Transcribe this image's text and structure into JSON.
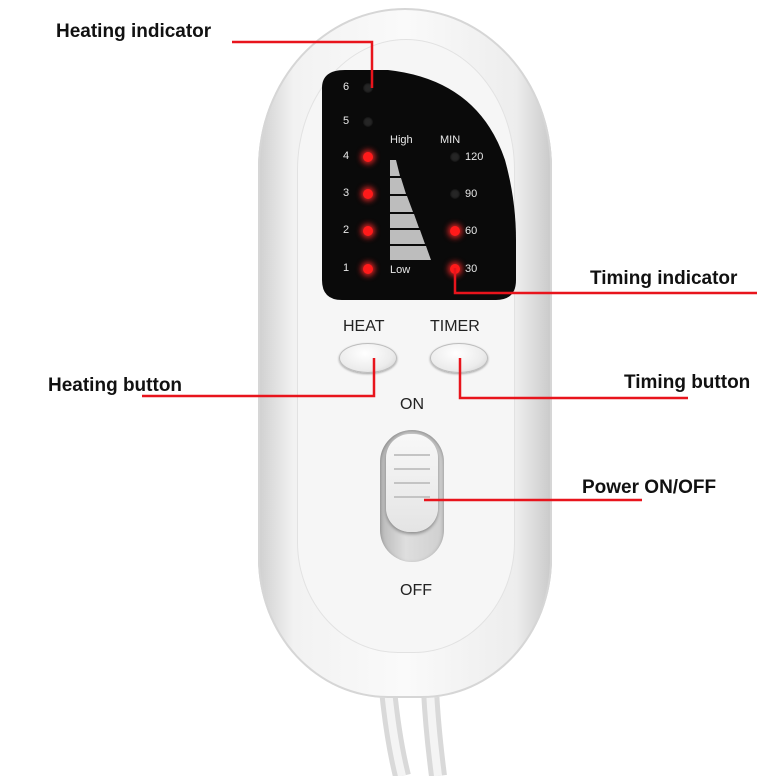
{
  "callouts": {
    "heating_indicator": "Heating indicator",
    "timing_indicator": "Timing indicator",
    "heating_button": "Heating button",
    "timing_button": "Timing button",
    "power": "Power ON/OFF"
  },
  "panel": {
    "heat_levels": [
      {
        "label": "6",
        "lit": false
      },
      {
        "label": "5",
        "lit": false
      },
      {
        "label": "4",
        "lit": true
      },
      {
        "label": "3",
        "lit": true
      },
      {
        "label": "2",
        "lit": true
      },
      {
        "label": "1",
        "lit": true
      }
    ],
    "high_label": "High",
    "low_label": "Low",
    "min_label": "MIN",
    "timer_levels": [
      {
        "label": "120",
        "lit": false
      },
      {
        "label": "90",
        "lit": false
      },
      {
        "label": "60",
        "lit": true
      },
      {
        "label": "30",
        "lit": true
      }
    ]
  },
  "buttons": {
    "heat_label": "HEAT",
    "timer_label": "TIMER"
  },
  "switch": {
    "on_label": "ON",
    "off_label": "OFF"
  },
  "colors": {
    "callout_line": "#e8141c",
    "led_on": "#ff1a1a",
    "display_bg": "#0a0a0a"
  }
}
